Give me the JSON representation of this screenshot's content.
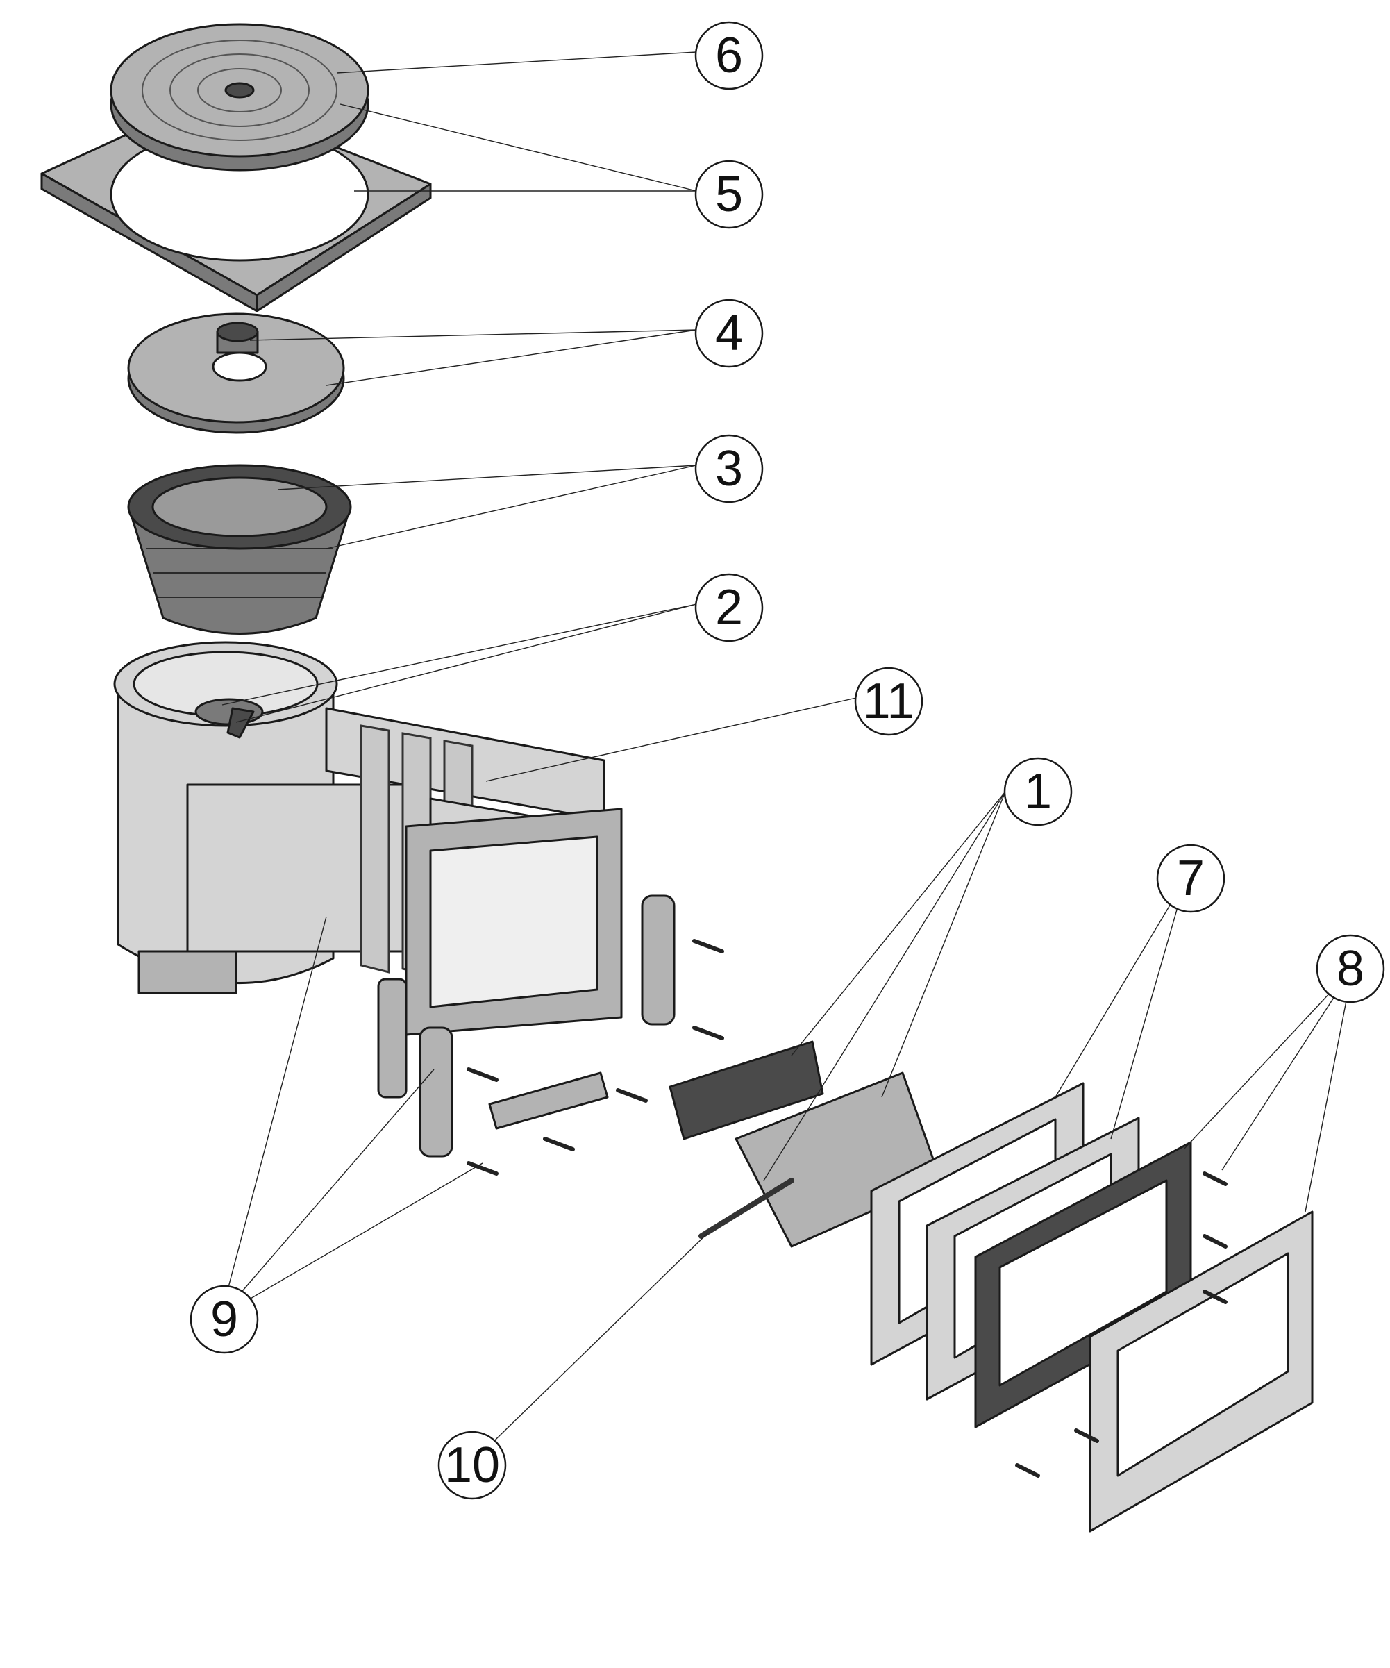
{
  "callouts": [
    {
      "id": "6",
      "label": "6"
    },
    {
      "id": "5",
      "label": "5"
    },
    {
      "id": "4",
      "label": "4"
    },
    {
      "id": "3",
      "label": "3"
    },
    {
      "id": "2",
      "label": "2"
    },
    {
      "id": "11",
      "label": "11"
    },
    {
      "id": "1",
      "label": "1"
    },
    {
      "id": "7",
      "label": "7"
    },
    {
      "id": "8",
      "label": "8"
    },
    {
      "id": "9",
      "label": "9"
    },
    {
      "id": "10",
      "label": "10"
    }
  ]
}
